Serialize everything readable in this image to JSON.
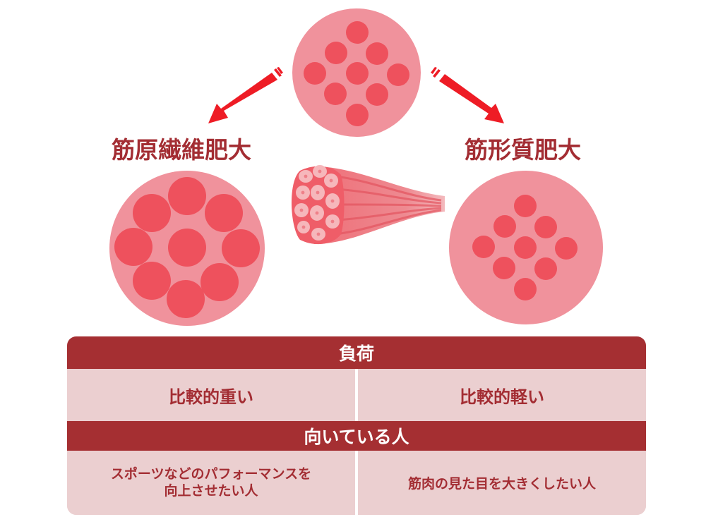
{
  "diagram": {
    "title_left": "筋原繊維肥大",
    "title_right": "筋形質肥大",
    "colors": {
      "circle_bg": "#f0929c",
      "fiber": "#ee515d",
      "arrow": "#ee1c25",
      "title_text": "#a32d33",
      "table_header": "#a52f32",
      "table_cell": "#ebcfd0"
    },
    "circles": {
      "top": {
        "label": "normal-muscle-cross-section",
        "fiber_count": 9
      },
      "left": {
        "label": "myofibrillar-hypertrophy-cross-section",
        "fiber_count": 9
      },
      "right": {
        "label": "sarcoplasmic-hypertrophy-cross-section",
        "fiber_count": 9
      }
    },
    "center_icon": "muscle-bundle-icon"
  },
  "table": {
    "rows": [
      {
        "header": "負荷",
        "cells": [
          "比較的重い",
          "比較的軽い"
        ]
      },
      {
        "header": "向いている人",
        "cells": [
          "スポーツなどのパフォーマンスを\n向上させたい人",
          "筋肉の見た目を大きくしたい人"
        ]
      }
    ]
  }
}
